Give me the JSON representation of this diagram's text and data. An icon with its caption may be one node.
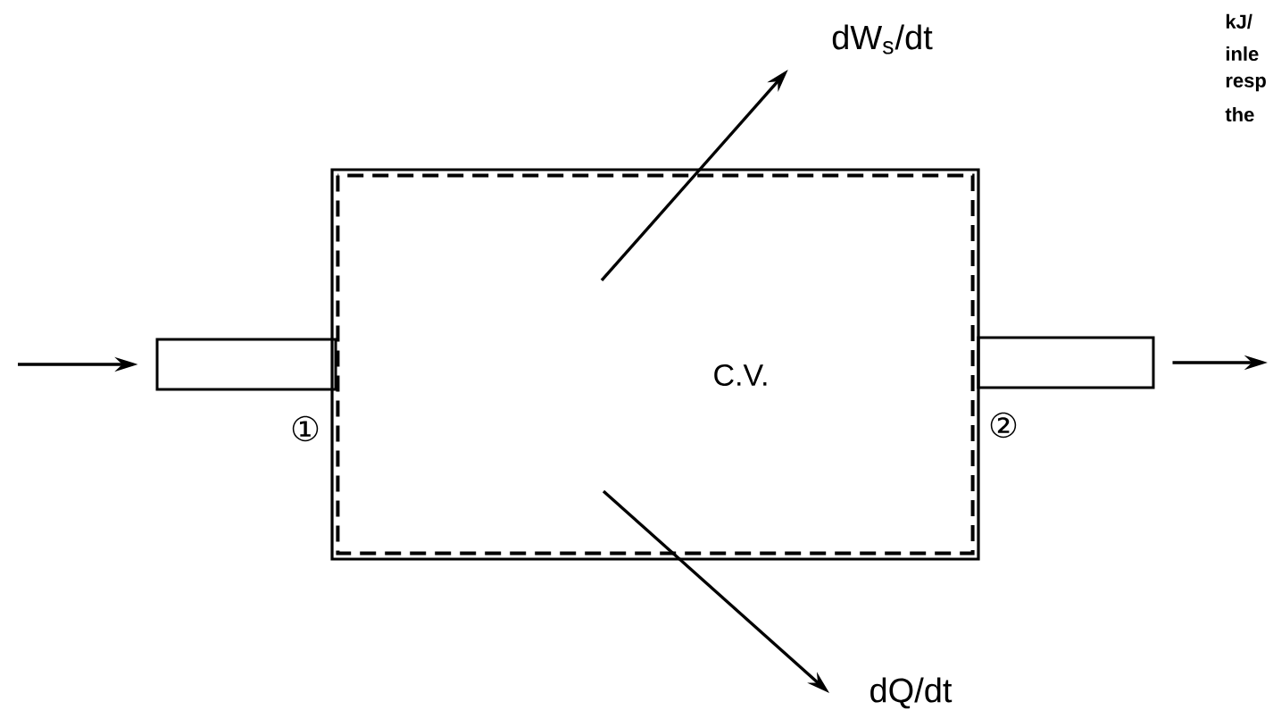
{
  "diagram": {
    "nodes": [
      {
        "text": [
          "C.V."
        ]
      },
      {
        "text": [],
        "shape": "box",
        "beside": [
          "①"
        ]
      },
      {
        "text": [],
        "shape": "box",
        "beside": [
          "②"
        ]
      },
      {
        "text": [
          "dW$_{s}$/dt"
        ]
      },
      {
        "text": [
          "dQ/dt"
        ]
      }
    ],
    "edges": [
      {
        "from": null,
        "to": 1,
        "arrow": "to"
      },
      {
        "from": 2,
        "to": null,
        "arrow": "to"
      },
      {
        "from": 0,
        "to": 3,
        "arrow": "to"
      },
      {
        "from": 0,
        "to": 4,
        "arrow": "to"
      }
    ],
    "labels": [
      "kJ/",
      "inle",
      "resp",
      "the"
    ]
  }
}
